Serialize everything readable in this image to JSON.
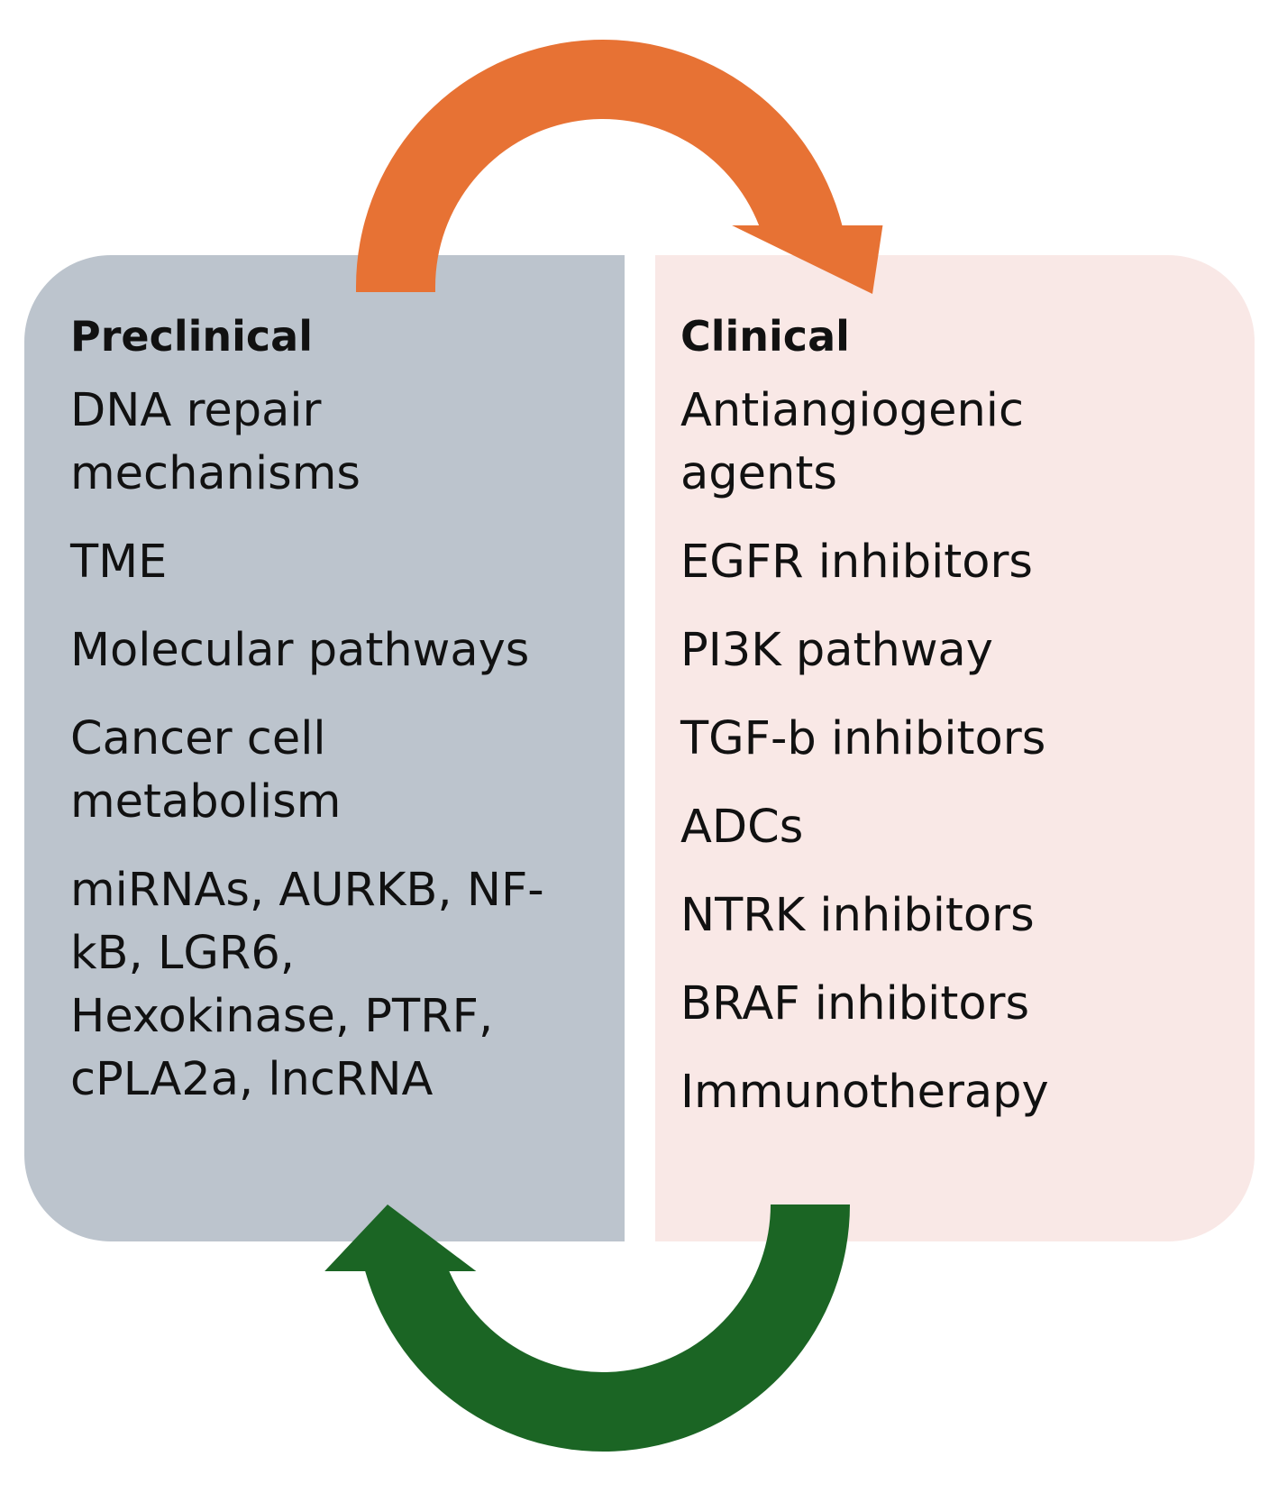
{
  "colors": {
    "preclinical_panel": "#bcc4cd",
    "clinical_panel": "#f9e8e6",
    "top_arrow": "#e77234",
    "bottom_arrow": "#1b6524",
    "text": "#111111"
  },
  "preclinical": {
    "title": "Preclinical",
    "items": [
      "DNA repair\nmechanisms",
      "TME",
      "Molecular pathways",
      "Cancer cell\nmetabolism",
      "miRNAs, AURKB, NF-\nkB, LGR6,\nHexokinase, PTRF,\ncPLA2a, lncRNA"
    ]
  },
  "clinical": {
    "title": "Clinical",
    "items": [
      "Antiangiogenic\nagents",
      "EGFR inhibitors",
      "PI3K pathway",
      "TGF-b inhibitors",
      "ADCs",
      "NTRK inhibitors",
      "BRAF inhibitors",
      "Immunotherapy"
    ]
  },
  "arrows": {
    "top": {
      "icon": "curved-arrow-right-icon",
      "from": "preclinical",
      "to": "clinical"
    },
    "bottom": {
      "icon": "curved-arrow-left-icon",
      "from": "clinical",
      "to": "preclinical"
    }
  }
}
